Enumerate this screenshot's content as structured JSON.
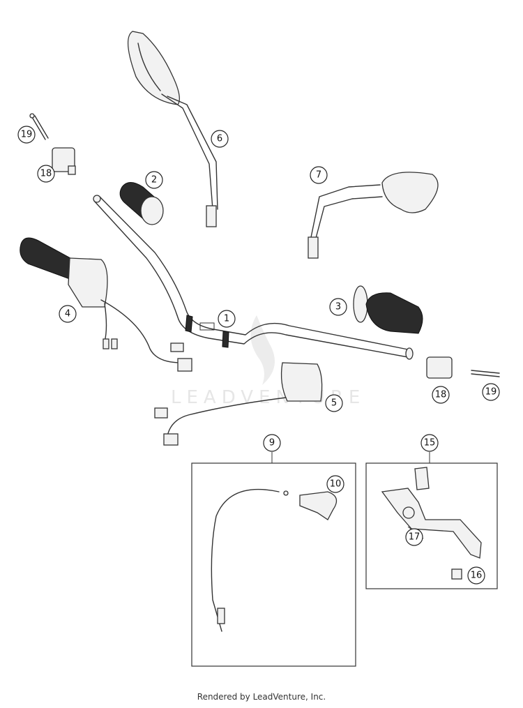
{
  "watermark": "LEADVENTURE",
  "footer": "Rendered by LeadVenture, Inc.",
  "callouts": {
    "c1": "1",
    "c2": "2",
    "c3": "3",
    "c4": "4",
    "c5": "5",
    "c6": "6",
    "c7": "7",
    "c9": "9",
    "c10": "10",
    "c15": "15",
    "c16": "16",
    "c17": "17",
    "c18a": "18",
    "c18b": "18",
    "c19a": "19",
    "c19b": "19"
  }
}
